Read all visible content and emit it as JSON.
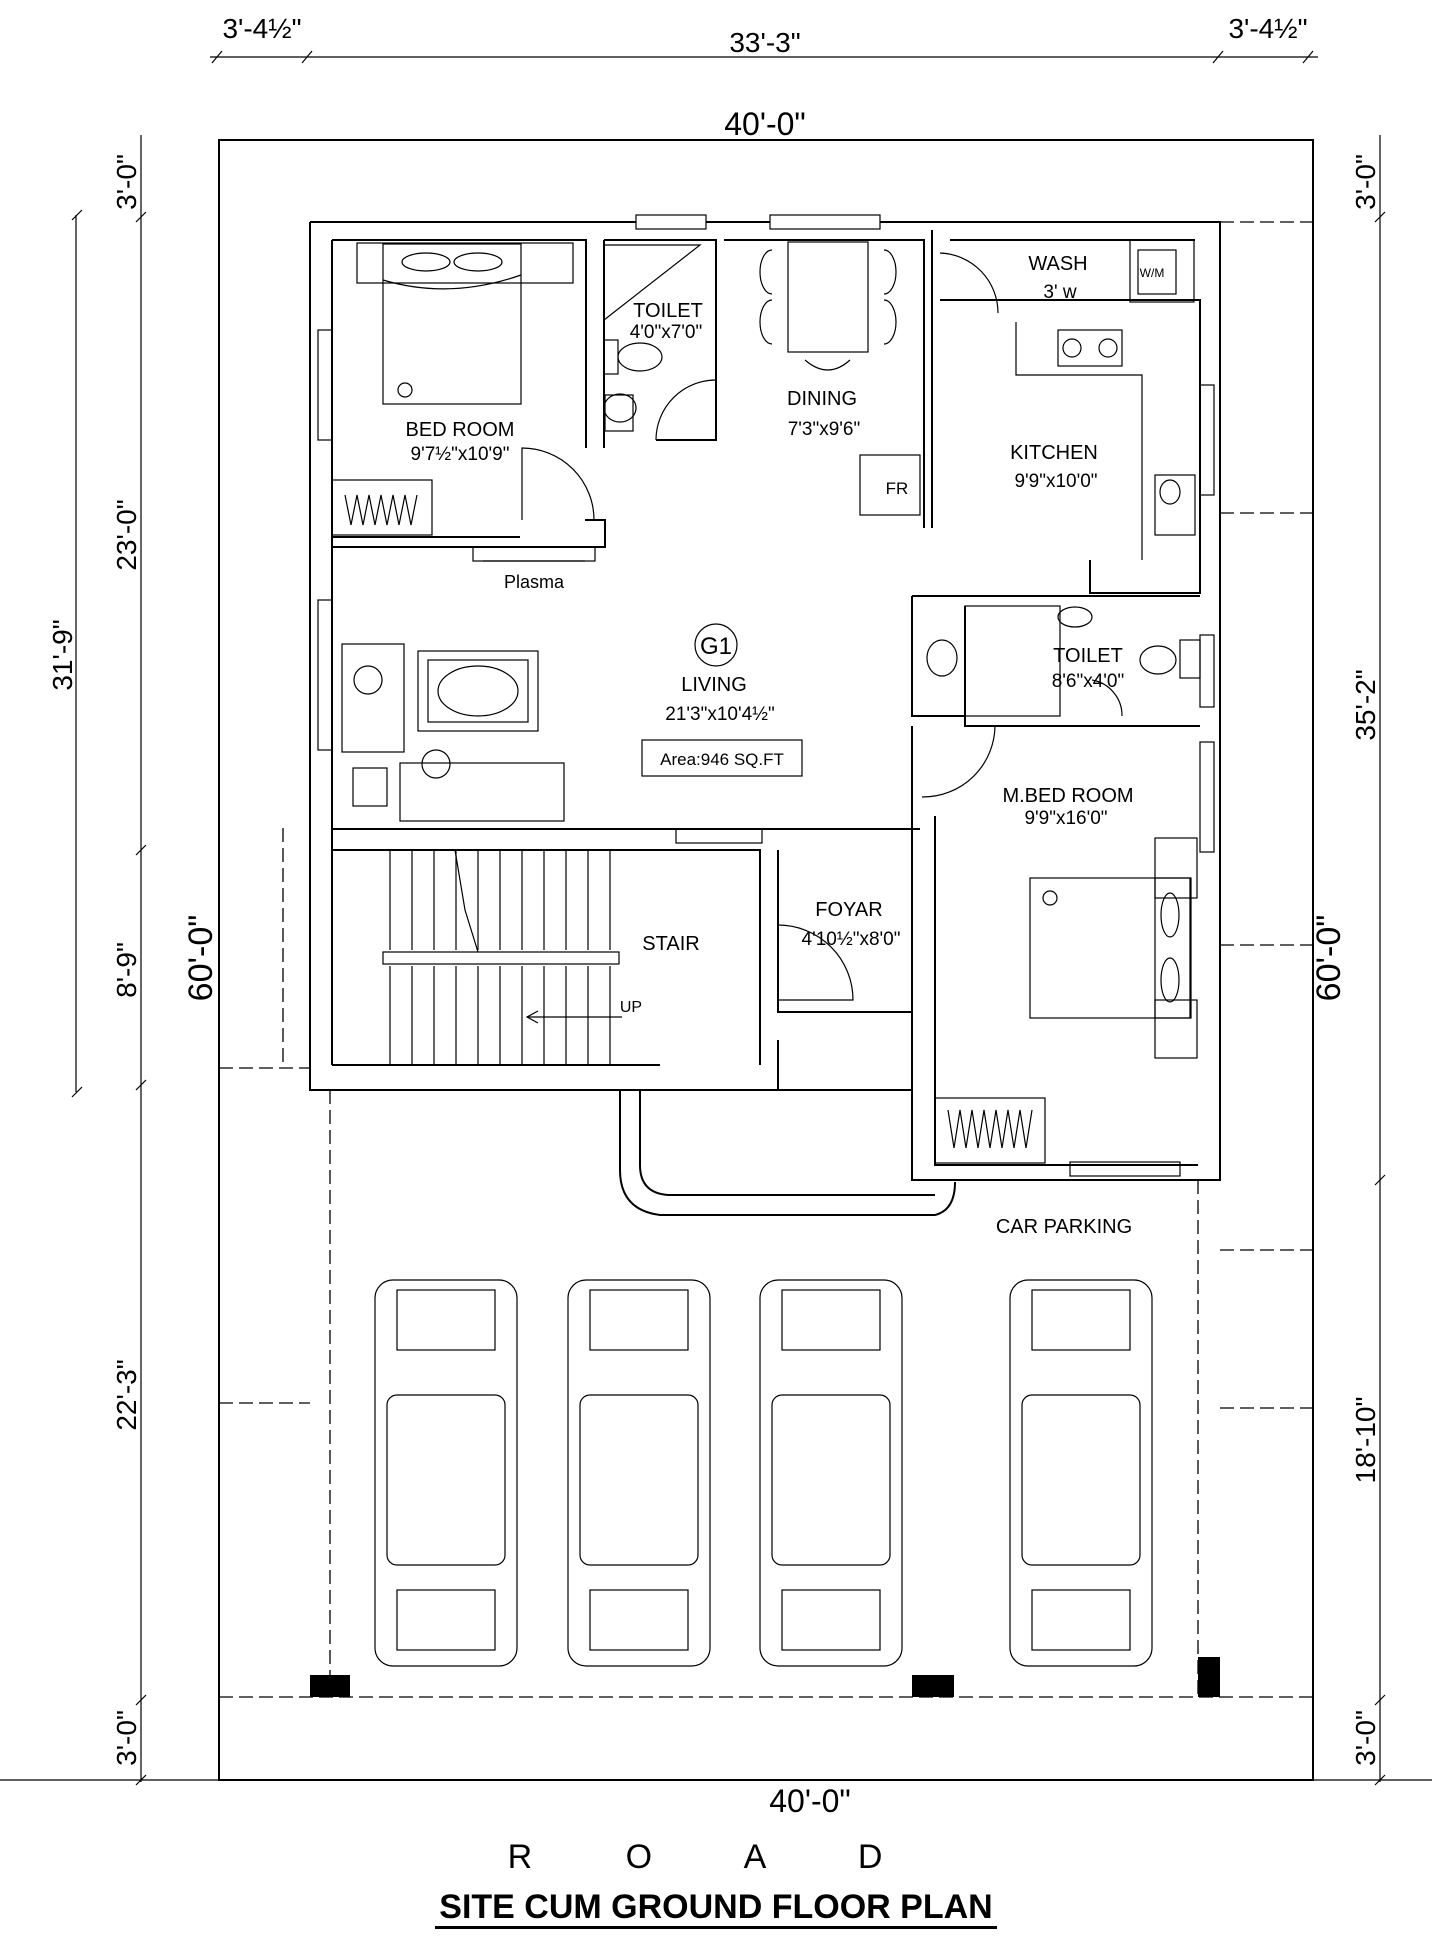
{
  "dims": {
    "top_left_setback": "3'-4½\"",
    "top_middle": "33'-3\"",
    "top_right_setback": "3'-4½\"",
    "plot_width_top": "40'-0\"",
    "plot_width_bottom": "40'-0\"",
    "left_top_setback": "3'-0\"",
    "left_block1": "23'-0\"",
    "left_block2": "8'-9\"",
    "left_block3": "22'-3\"",
    "left_bottom_setback": "3'-0\"",
    "left_overall_house": "31'-9\"",
    "left_plot_depth": "60'-0\"",
    "right_top_setback": "3'-0\"",
    "right_house": "35'-2\"",
    "right_plot_depth": "60'-0\"",
    "right_parking": "18'-10\"",
    "right_bottom_setback": "3'-0\""
  },
  "rooms": {
    "bedroom": {
      "name": "BED ROOM",
      "size": "9'7½\"x10'9\""
    },
    "toilet1": {
      "name": "TOILET",
      "size": "4'0\"x7'0\""
    },
    "dining": {
      "name": "DINING",
      "size": "7'3\"x9'6\""
    },
    "wash": {
      "name": "WASH",
      "size": "3' w"
    },
    "kitchen": {
      "name": "KITCHEN",
      "size": "9'9\"x10'0\""
    },
    "living": {
      "name": "LIVING",
      "size": "21'3\"x10'4½\""
    },
    "toilet2": {
      "name": "TOILET",
      "size": "8'6\"x4'0\""
    },
    "master_bedroom": {
      "name": "M.BED ROOM",
      "size": "9'9\"x16'0\""
    },
    "foyer": {
      "name": "FOYAR",
      "size": "4'10½\"x8'0\""
    },
    "stair": {
      "name": "STAIR",
      "up": "UP"
    },
    "car_parking": {
      "name": "CAR PARKING"
    }
  },
  "labels": {
    "plasma": "Plasma",
    "fridge": "FR",
    "washing_machine": "W/M",
    "grid_marker": "G1",
    "area": "Area:946 SQ.FT"
  },
  "road": "R O A D",
  "title": "SITE CUM GROUND FLOOR PLAN"
}
